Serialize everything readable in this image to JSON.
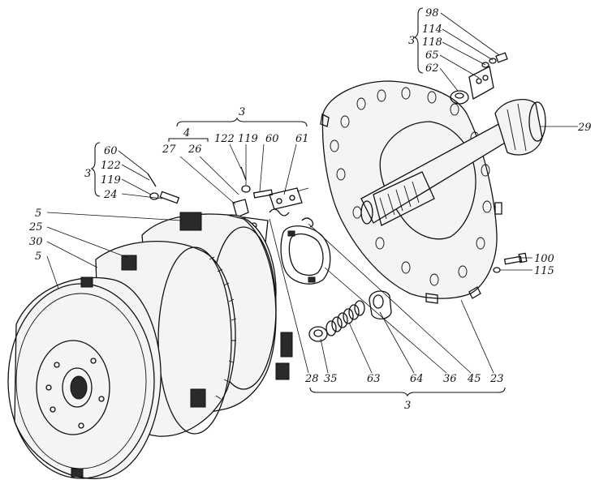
{
  "labels": {
    "l98": "98",
    "l114": "114",
    "l118": "118",
    "l65": "65",
    "l62": "62",
    "group_top_right": "3",
    "l29": "29",
    "group_mid": "3",
    "l4": "4",
    "l27": "27",
    "l26": "26",
    "l122a": "122",
    "l119a": "119",
    "l60a": "60",
    "l61": "61",
    "group_left": "3",
    "l60b": "60",
    "l122b": "122",
    "l119b": "119",
    "l24": "24",
    "l5a": "5",
    "l25": "25",
    "l30": "30",
    "l5b": "5",
    "l100": "100",
    "l115": "115",
    "l28": "28",
    "l35": "35",
    "l63": "63",
    "l64": "64",
    "l36": "36",
    "l45": "45",
    "l23": "23",
    "group_bottom": "3"
  },
  "colors": {
    "ink": "#111111",
    "paper": "#ffffff",
    "stipple": "#555555"
  }
}
